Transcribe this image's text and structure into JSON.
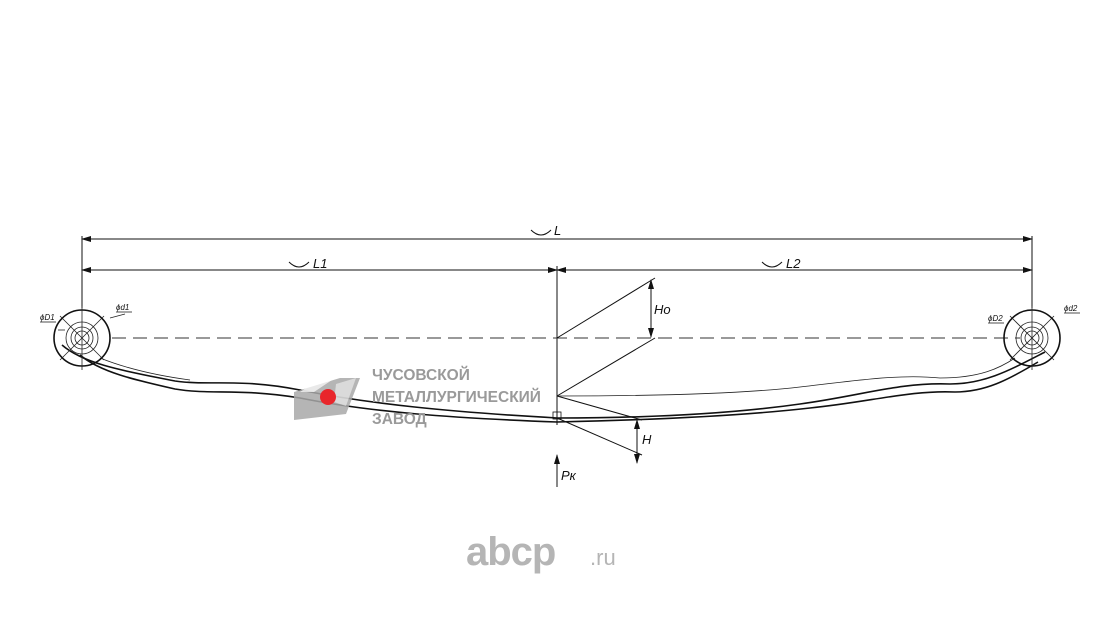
{
  "labels": {
    "total_length": "L",
    "left_length": "L1",
    "right_length": "L2",
    "free_height": "Ho",
    "loaded_height": "H",
    "load_force": "Pк",
    "left_eye_outer": "ϕD1",
    "left_eye_inner": "ϕd1",
    "right_eye_outer": "ϕD2",
    "right_eye_inner": "ϕd2"
  },
  "logo": {
    "line1": "ЧУСОВСКОЙ",
    "line2": "МЕТАЛЛУРГИЧЕСКИЙ",
    "line3": "ЗАВОД",
    "dot_color": "#e8262b",
    "shape_color": "#a8a8a8"
  },
  "watermark": {
    "brand": "abcp",
    "suffix": ".ru"
  }
}
